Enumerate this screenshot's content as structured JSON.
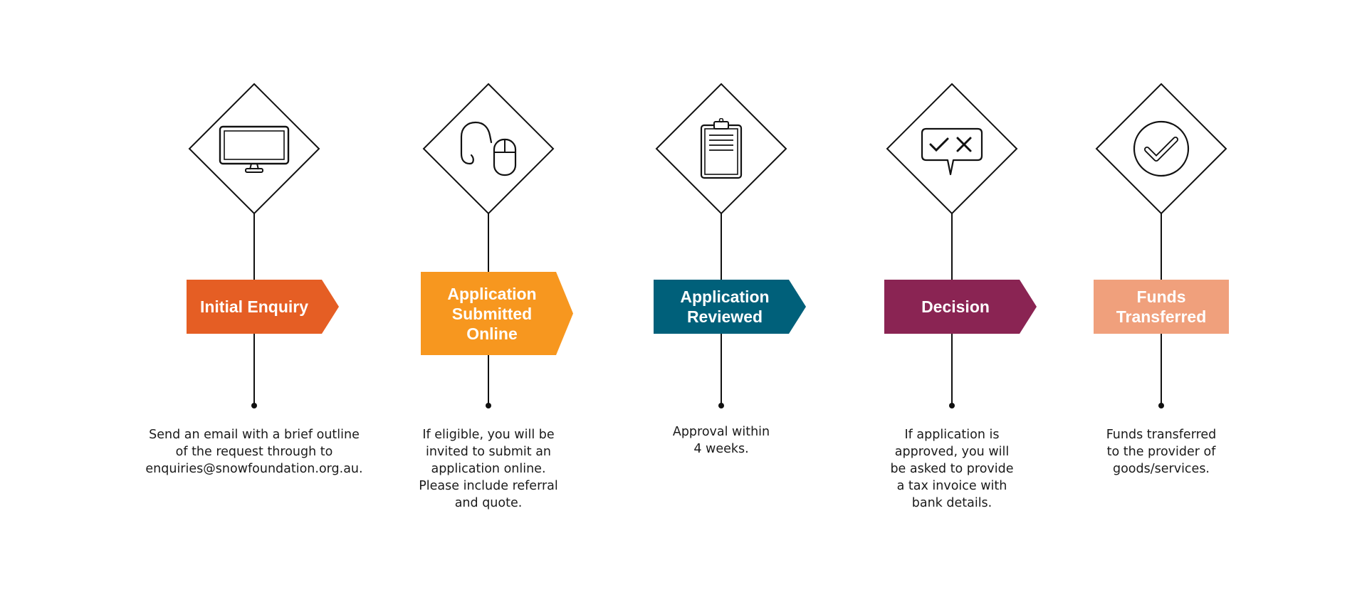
{
  "steps": [
    {
      "label": "Initial Enquiry",
      "color": "#E55E24",
      "icon": "monitor-icon",
      "description": "Send an email with a brief outline\nof the request through to\nenquiries@snowfoundation.org.au."
    },
    {
      "label": "Application\nSubmitted\nOnline",
      "color": "#F7971F",
      "icon": "mouse-icon",
      "description": "If eligible, you will be\ninvited to submit an\napplication online.\nPlease include referral\nand quote."
    },
    {
      "label": "Application\nReviewed",
      "color": "#00607A",
      "icon": "clipboard-icon",
      "description": "Approval within\n4 weeks."
    },
    {
      "label": "Decision",
      "color": "#8A2453",
      "icon": "approve-reject-speech-bubble-icon",
      "description": "If application is\napproved, you will\nbe asked to provide\na tax invoice with\nbank details."
    },
    {
      "label": "Funds\nTransferred",
      "color": "#F0A07C",
      "icon": "check-circle-icon",
      "description": "Funds transferred\nto the provider of\ngoods/services."
    }
  ]
}
